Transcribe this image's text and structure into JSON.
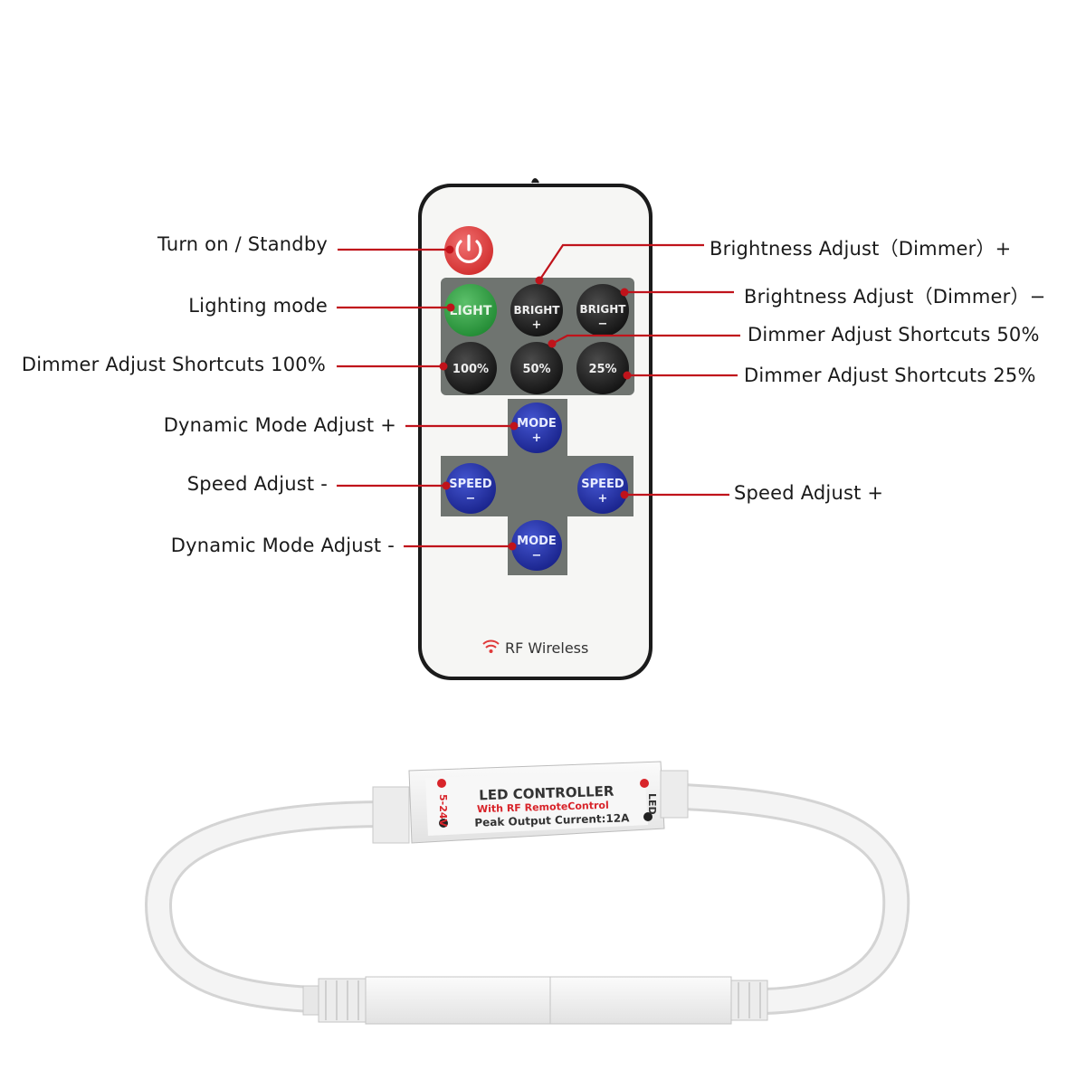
{
  "remote": {
    "buttons": {
      "power": {
        "icon": "power-icon"
      },
      "light": "LIGHT",
      "bright_plus": {
        "line1": "BRIGHT",
        "line2": "+"
      },
      "bright_minus": {
        "line1": "BRIGHT",
        "line2": "−"
      },
      "p100": "100%",
      "p50": "50%",
      "p25": "25%",
      "mode_plus": {
        "line1": "MODE",
        "line2": "+"
      },
      "mode_minus": {
        "line1": "MODE",
        "line2": "−"
      },
      "speed_minus": {
        "line1": "SPEED",
        "line2": "−"
      },
      "speed_plus": {
        "line1": "SPEED",
        "line2": "+"
      }
    },
    "footer": {
      "icon": "wifi-icon",
      "label": "RF Wireless"
    }
  },
  "labels": {
    "turn_on": "Turn on / Standby",
    "lighting_mode": "Lighting mode",
    "dimmer_100": "Dimmer Adjust Shortcuts 100%",
    "dynamic_plus": "Dynamic Mode Adjust +",
    "speed_minus": "Speed Adjust -",
    "dynamic_minus": "Dynamic Mode Adjust -",
    "bright_plus": "Brightness Adjust（Dimmer）+",
    "bright_minus": "Brightness Adjust（Dimmer）−",
    "dimmer_50": "Dimmer Adjust Shortcuts 50%",
    "dimmer_25": "Dimmer Adjust Shortcuts 25%",
    "speed_plus": "Speed Adjust +"
  },
  "controller": {
    "title": "LED CONTROLLER",
    "subtitle": "With RF RemoteControl",
    "spec": "Peak Output Current:12A",
    "left_side": "5-24V",
    "right_side": "LED"
  },
  "colors": {
    "callout_line": "#c0131b",
    "power_red": "#e03a3a",
    "light_green": "#2f9e3f",
    "black_btn": "#1c1c1c",
    "blue_btn": "#1f2fa8",
    "panel_gray": "#6f7470",
    "controller_red": "#d8242a"
  }
}
